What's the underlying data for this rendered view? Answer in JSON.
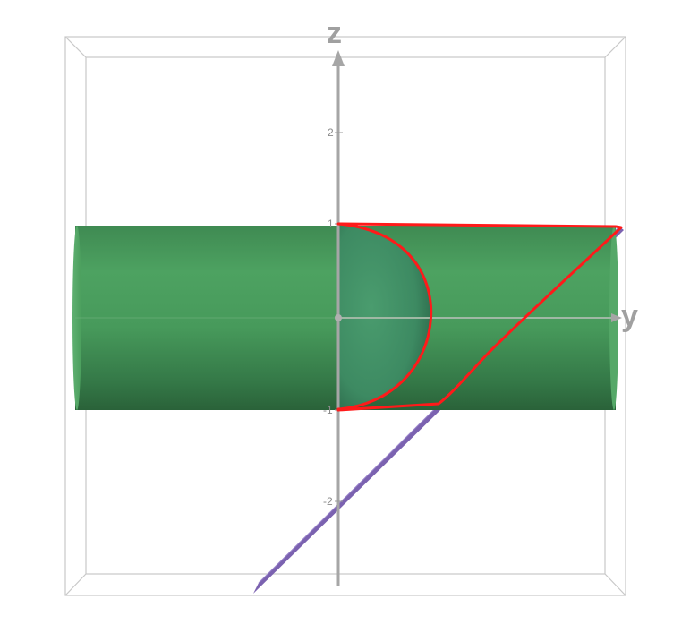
{
  "axes": {
    "z_label": "z",
    "y_label": "y"
  },
  "z_ticks": [
    {
      "value": 2,
      "label": "2"
    },
    {
      "value": 1,
      "label": "1"
    },
    {
      "value": -1,
      "label": "-1"
    },
    {
      "value": -2,
      "label": "-2"
    }
  ],
  "colors": {
    "cylinder": "#4a9e5c",
    "cylinder_dark": "#2f6d3e",
    "cap": "#3f8f6a",
    "plane": "#7b62b0",
    "boundary": "#ff0000",
    "axis": "#a6a6a6",
    "box": "#c8c8c8"
  },
  "objects": {
    "cylinder": "cylinder",
    "cap": "half-disk-cross-section",
    "plane": "slanted-plane",
    "boundary": "red-boundary-curve"
  }
}
